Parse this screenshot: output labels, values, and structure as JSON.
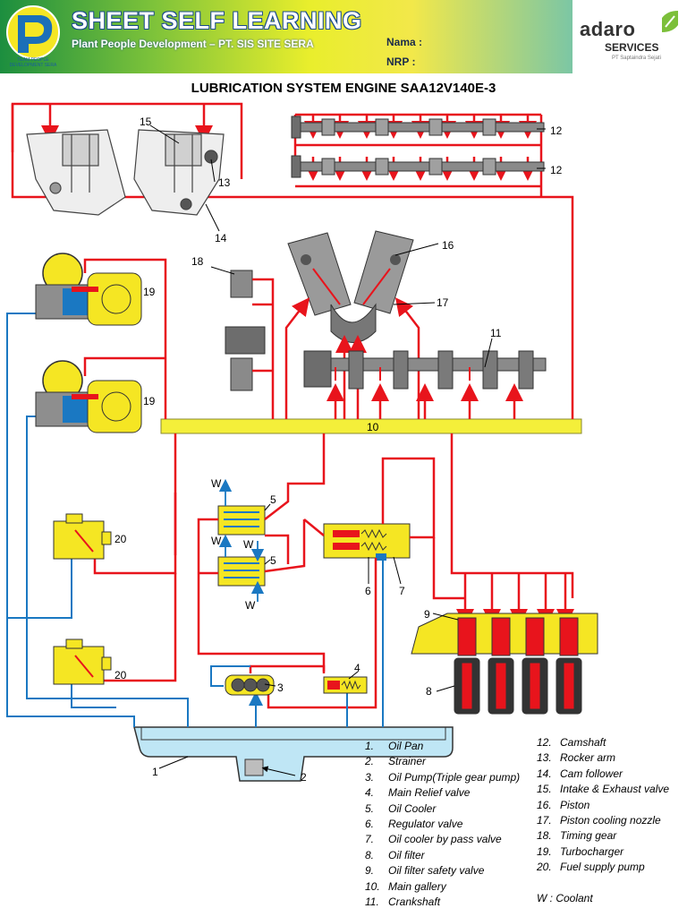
{
  "header": {
    "title": "SHEET SELF LEARNING",
    "subtitle": "Plant People Development – PT. SIS SITE SERA",
    "nama_label": "Nama   :",
    "nrp_label": "NRP     :",
    "logo_sub": "TEAM PEOPLE DEVELOPMENT SERA",
    "company_name": "adaro",
    "company_division": "SERVICES",
    "company_sub": "PT Saptaindra Sejati"
  },
  "diagram": {
    "title": "LUBRICATION SYSTEM ENGINE SAA12V140E-3",
    "gallery_label": "10",
    "callouts": [
      "1",
      "2",
      "3",
      "4",
      "5",
      "5",
      "6",
      "7",
      "8",
      "9",
      "11",
      "12",
      "12",
      "13",
      "14",
      "15",
      "16",
      "17",
      "18",
      "19",
      "19",
      "20",
      "20"
    ],
    "coolant_marks": [
      "W",
      "W",
      "W",
      "W"
    ]
  },
  "legend_left": [
    {
      "num": "1.",
      "text": "Oil Pan"
    },
    {
      "num": "2.",
      "text": "Strainer"
    },
    {
      "num": "3.",
      "text": "Oil Pump(Triple gear pump)"
    },
    {
      "num": "4.",
      "text": "Main Relief valve"
    },
    {
      "num": "5.",
      "text": "Oil Cooler"
    },
    {
      "num": "6.",
      "text": "Regulator valve"
    },
    {
      "num": "7.",
      "text": "Oil cooler by pass valve"
    },
    {
      "num": "8.",
      "text": "Oil filter"
    },
    {
      "num": "9.",
      "text": "Oil filter safety valve"
    },
    {
      "num": "10.",
      "text": "Main gallery"
    },
    {
      "num": "11.",
      "text": "Crankshaft"
    }
  ],
  "legend_right": [
    {
      "num": "12.",
      "text": "Camshaft"
    },
    {
      "num": "13.",
      "text": "Rocker arm"
    },
    {
      "num": "14.",
      "text": "Cam follower"
    },
    {
      "num": "15.",
      "text": "Intake & Exhaust valve"
    },
    {
      "num": "16.",
      "text": "Piston"
    },
    {
      "num": "17.",
      "text": "Piston cooling nozzle"
    },
    {
      "num": "18.",
      "text": "Timing gear"
    },
    {
      "num": "19.",
      "text": "Turbocharger"
    },
    {
      "num": "20.",
      "text": "Fuel supply pump"
    }
  ],
  "legend_coolant": "W : Coolant",
  "colors": {
    "oil_pressure": "#e8141c",
    "oil_return": "#1a78c2",
    "gallery": "#f4ef3a",
    "component": "#f5e623",
    "pan_water": "#bfe6f5"
  }
}
